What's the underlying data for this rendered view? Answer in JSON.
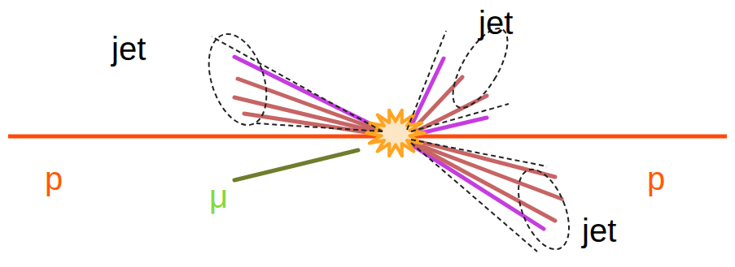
{
  "diagram": {
    "labels": [
      "jet",
      "jet",
      "p",
      "p",
      "μ",
      "jet"
    ]
  }
}
